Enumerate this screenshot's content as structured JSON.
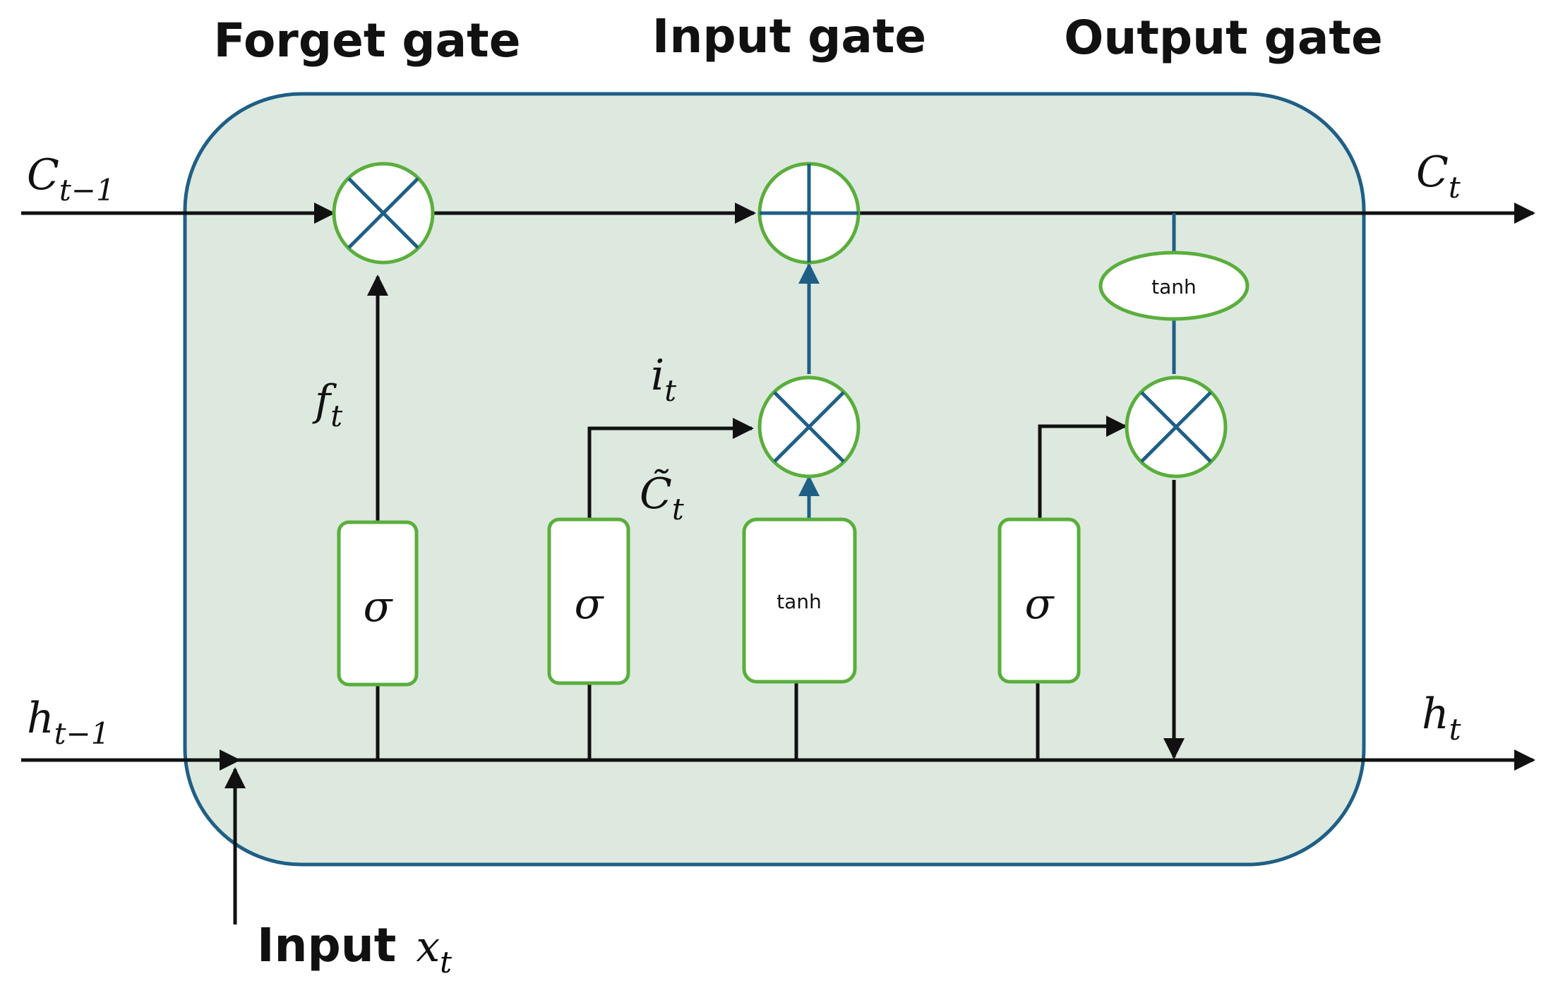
{
  "headers": {
    "forget": "Forget gate",
    "input": "Input gate",
    "output": "Output gate"
  },
  "io": {
    "c_prev": {
      "base": "C",
      "sub": "t−1"
    },
    "c_next": {
      "base": "C",
      "sub": "t"
    },
    "h_prev": {
      "base": "h",
      "sub": "t−1"
    },
    "h_next": {
      "base": "h",
      "sub": "t"
    },
    "x_input": {
      "word": "Input",
      "base": "x",
      "sub": "t"
    }
  },
  "signals": {
    "f": {
      "base": "f",
      "sub": "t"
    },
    "i": {
      "base": "i",
      "sub": "t"
    },
    "c_tilde": {
      "base": "C̃",
      "sub": "t"
    }
  },
  "blocks": {
    "sigma": "σ",
    "tanh": "tanh"
  },
  "colors": {
    "cell_fill": "#dde9df",
    "cell_border": "#1f5f86",
    "node_border": "#5aae3c",
    "cross": "#1f5f86",
    "wire": "#111111"
  }
}
